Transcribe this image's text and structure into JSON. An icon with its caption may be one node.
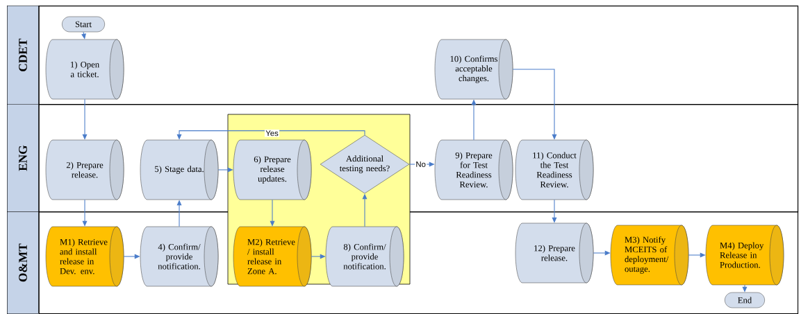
{
  "diagram": {
    "nodes": [
      {
        "text": [
          "CDET"
        ]
      },
      {
        "text": [
          "ENG"
        ]
      },
      {
        "text": [
          "O&MT"
        ]
      },
      {
        "text": [
          "Start"
        ],
        "in": 0
      },
      {
        "text": [
          "1) Open a ticket."
        ],
        "in": 0
      },
      {
        "text": [
          "10) Confirms acceptable changes."
        ],
        "in": 0
      },
      {
        "text": [
          "2) Prepare release."
        ],
        "in": 1
      },
      {
        "text": [
          "5) Stage data."
        ],
        "in": 1
      },
      {
        "text": [
          "6) Prepare release updates."
        ],
        "in": 1
      },
      {
        "text": [
          "Additional testing needs?"
        ],
        "in": 1
      },
      {
        "text": [
          "9) Prepare for Test Readiness Review."
        ],
        "in": 1
      },
      {
        "text": [
          "11) Conduct the Test Readiness Review."
        ],
        "in": 1
      },
      {
        "text": [
          "M1) Retrieve and install release in Dev. env."
        ],
        "in": 2
      },
      {
        "text": [
          "4) Confirm/ provide notification."
        ],
        "in": 2
      },
      {
        "text": [
          "M2) Retrieve / install release in Zone A."
        ],
        "in": 2
      },
      {
        "text": [
          "8) Confirm/ provide notification."
        ],
        "in": 2
      },
      {
        "text": [
          "12) Prepare release."
        ],
        "in": 2
      },
      {
        "text": [
          "M3) Notify MCEITS of deployment/ outage."
        ],
        "in": 2
      },
      {
        "text": [
          "M4) Deploy Release in Production."
        ],
        "in": 2
      },
      {
        "text": [
          "End"
        ],
        "in": 2
      }
    ],
    "edges": [
      {
        "from": 3,
        "to": 4,
        "arrow": "to"
      },
      {
        "from": 4,
        "to": 6,
        "arrow": "to"
      },
      {
        "from": 6,
        "to": 12,
        "arrow": "to"
      },
      {
        "from": 12,
        "to": 13,
        "arrow": "to"
      },
      {
        "from": 13,
        "to": 7,
        "arrow": "to"
      },
      {
        "from": 7,
        "to": 8,
        "arrow": "to"
      },
      {
        "from": 8,
        "to": 14,
        "arrow": "to"
      },
      {
        "from": 14,
        "to": 15,
        "arrow": "to"
      },
      {
        "from": 15,
        "to": 9,
        "arrow": "to"
      },
      {
        "from": 9,
        "to": 7,
        "arrow": "to",
        "label": "Yes"
      },
      {
        "from": 9,
        "to": 10,
        "arrow": "to",
        "label": "No"
      },
      {
        "from": 10,
        "to": 5,
        "arrow": "to"
      },
      {
        "from": 5,
        "to": 11,
        "arrow": "to"
      },
      {
        "from": 11,
        "to": 16,
        "arrow": "to"
      },
      {
        "from": 16,
        "to": 17,
        "arrow": "to"
      },
      {
        "from": 17,
        "to": 18,
        "arrow": "to"
      },
      {
        "from": 18,
        "to": 19,
        "arrow": "to"
      }
    ]
  }
}
